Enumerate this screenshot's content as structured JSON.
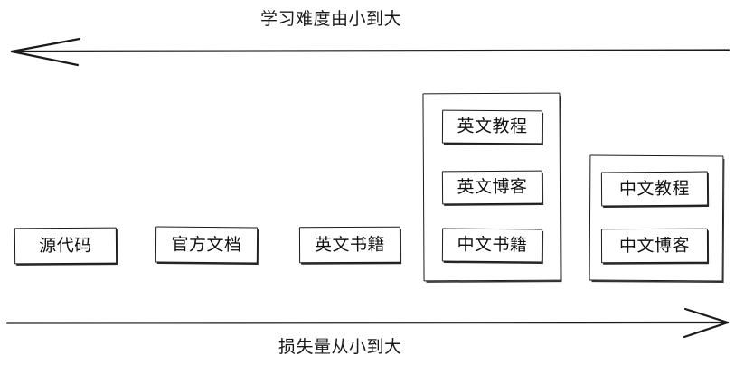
{
  "diagram": {
    "type": "comparison-spectrum",
    "top_axis": {
      "label": "学习难度由小到大",
      "direction": "left",
      "arrow_icon": "arrow-left-icon"
    },
    "bottom_axis": {
      "label": "损失量从小到大",
      "direction": "right",
      "arrow_icon": "arrow-right-icon"
    },
    "nodes": [
      {
        "id": "source-code",
        "label": "源代码"
      },
      {
        "id": "official-docs",
        "label": "官方文档"
      },
      {
        "id": "english-books",
        "label": "英文书籍"
      }
    ],
    "groups": [
      {
        "id": "group-english-media",
        "items": [
          {
            "id": "english-tutorial",
            "label": "英文教程"
          },
          {
            "id": "english-blog",
            "label": "英文博客"
          },
          {
            "id": "chinese-books",
            "label": "中文书籍"
          }
        ]
      },
      {
        "id": "group-chinese-media",
        "items": [
          {
            "id": "chinese-tutorial",
            "label": "中文教程"
          },
          {
            "id": "chinese-blog",
            "label": "中文博客"
          }
        ]
      }
    ],
    "colors": {
      "stroke": "#1b1b1b",
      "text": "#101010",
      "background": "#ffffff"
    }
  }
}
